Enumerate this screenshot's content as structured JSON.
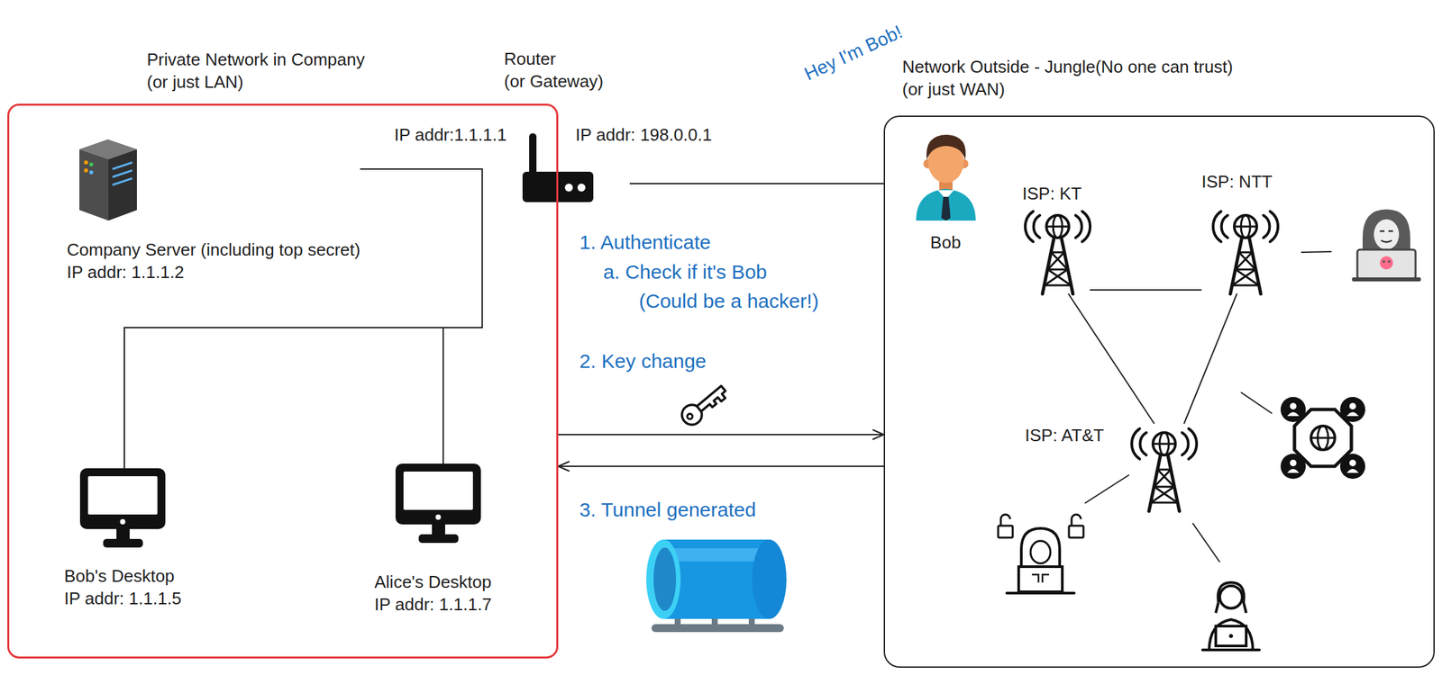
{
  "diagram": {
    "nodes": [
      {
        "text": [
          "Private Network in Company",
          "(or just LAN)"
        ]
      },
      {
        "text": [
          "Company Server (including top secret)",
          "IP addr: 1.1.1.2"
        ],
        "in": 0
      },
      {
        "text": [
          "Bob's Desktop",
          "IP addr: 1.1.1.5"
        ],
        "in": 0
      },
      {
        "text": [
          "Alice's Desktop",
          "IP addr: 1.1.1.7"
        ],
        "in": 0
      },
      {
        "text": [
          "Router",
          "(or Gateway)"
        ]
      },
      {
        "text": [
          "Network Outside - Jungle(No one can trust)",
          "(or just WAN)"
        ]
      },
      {
        "text": [
          "Bob"
        ],
        "in": 5
      },
      {
        "text": [
          "ISP: KT"
        ],
        "in": 5
      },
      {
        "text": [
          "ISP: NTT"
        ],
        "in": 5
      },
      {
        "text": [
          "ISP: AT&T"
        ],
        "in": 5
      }
    ],
    "edges": [
      {
        "from": 1,
        "to": 2,
        "arrow": "none"
      },
      {
        "from": 1,
        "to": 3,
        "arrow": "none"
      },
      {
        "from": 4,
        "to": 5,
        "arrow": "none"
      },
      {
        "from": 0,
        "to": 5,
        "arrow": "to"
      },
      {
        "from": 5,
        "to": 0,
        "arrow": "to"
      },
      {
        "from": 7,
        "to": 8,
        "arrow": "none"
      },
      {
        "from": 7,
        "to": 9,
        "arrow": "none"
      },
      {
        "from": 8,
        "to": 9,
        "arrow": "none"
      }
    ],
    "labels": [
      "IP addr:1.1.1.1",
      "IP addr: 198.0.0.1",
      "Hey I'm Bob!",
      "1. Authenticate",
      "a. Check if it's Bob",
      "(Could be a hacker!)",
      "2. Key change",
      "3. Tunnel generated"
    ]
  }
}
